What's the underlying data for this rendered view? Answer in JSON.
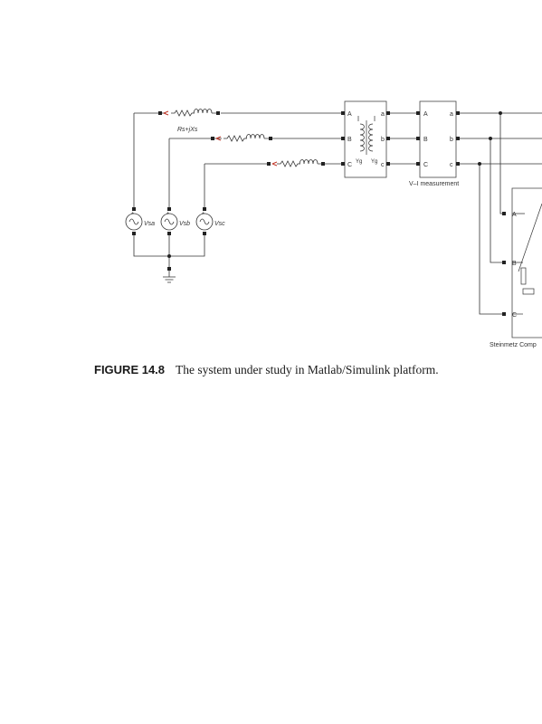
{
  "diagram": {
    "impedance_label": "Rs+jXs",
    "sources": [
      {
        "label": "Vsa"
      },
      {
        "label": "Vsb"
      },
      {
        "label": "Vsc"
      }
    ],
    "transformer": {
      "primary_ports": [
        "A",
        "B",
        "C"
      ],
      "secondary_ports": [
        "a",
        "b",
        "c"
      ],
      "primary_winding": "Yg",
      "secondary_winding": "Yg"
    },
    "measurement": {
      "label": "V–I measurement",
      "primary_ports": [
        "A",
        "B",
        "C"
      ],
      "secondary_ports": [
        "a",
        "b",
        "c"
      ]
    },
    "compensator": {
      "label": "Steinmetz Comp",
      "ports": [
        "A",
        "B",
        "C"
      ]
    }
  },
  "caption": {
    "label": "FIGURE 14.8",
    "text": "The system under study in Matlab/Simulink platform."
  }
}
